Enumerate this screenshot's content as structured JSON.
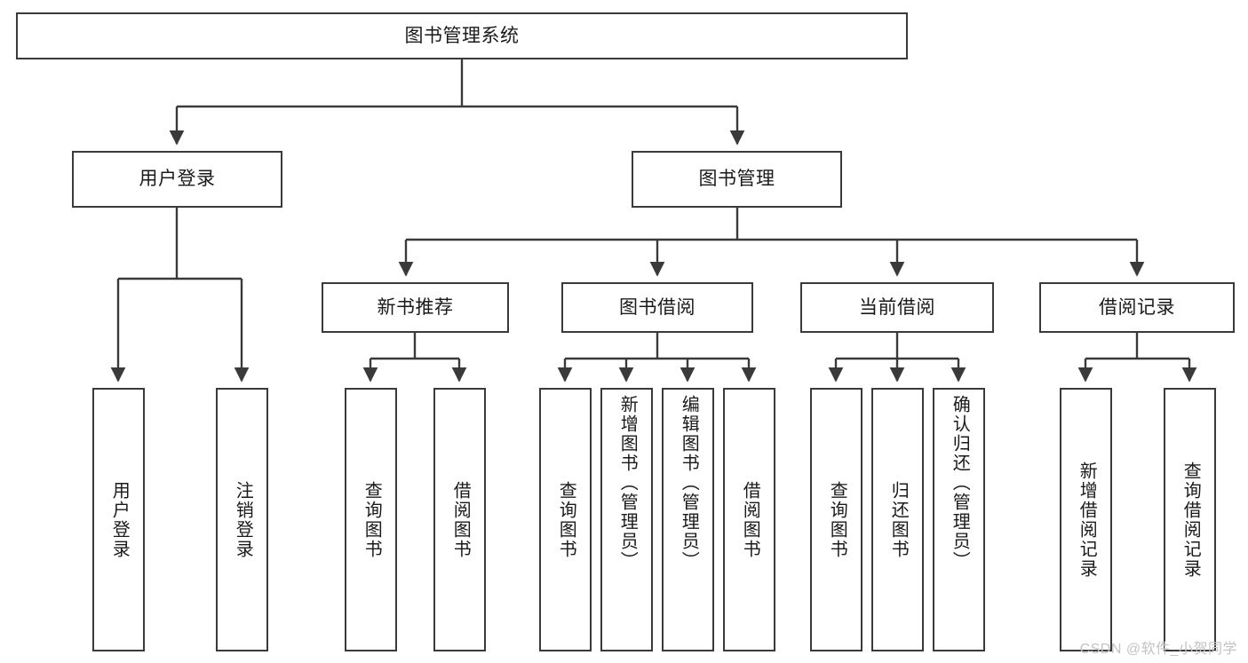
{
  "diagram": {
    "type": "tree-hierarchy",
    "title": "图书管理系统",
    "watermark": "CSDN @软件_小贺同学",
    "colors": {
      "box_border": "#3a3a3a",
      "box_fill": "#ffffff",
      "edge": "#3a3a3a",
      "text": "#1a1a1a",
      "watermark": "#c3c3c3",
      "background": "#ffffff"
    },
    "nodes": {
      "root": {
        "label": "图书管理系统"
      },
      "level1": [
        {
          "label": "用户登录"
        },
        {
          "label": "图书管理"
        }
      ],
      "level2": [
        {
          "label": "新书推荐"
        },
        {
          "label": "图书借阅"
        },
        {
          "label": "当前借阅"
        },
        {
          "label": "借阅记录"
        }
      ],
      "leaves": {
        "user_login": [
          {
            "label": "用户登录"
          },
          {
            "label": "注销登录"
          }
        ],
        "new_book_recommend": [
          {
            "label": "查询图书"
          },
          {
            "label": "借阅图书"
          }
        ],
        "book_borrow": [
          {
            "label": "查询图书"
          },
          {
            "label": "新增图书（管理员）"
          },
          {
            "label": "编辑图书（管理员）"
          },
          {
            "label": "借阅图书"
          }
        ],
        "current_borrow": [
          {
            "label": "查询图书"
          },
          {
            "label": "归还图书"
          },
          {
            "label": "确认归还（管理员）"
          }
        ],
        "borrow_record": [
          {
            "label": "新增借阅记录"
          },
          {
            "label": "查询借阅记录"
          }
        ]
      }
    }
  }
}
